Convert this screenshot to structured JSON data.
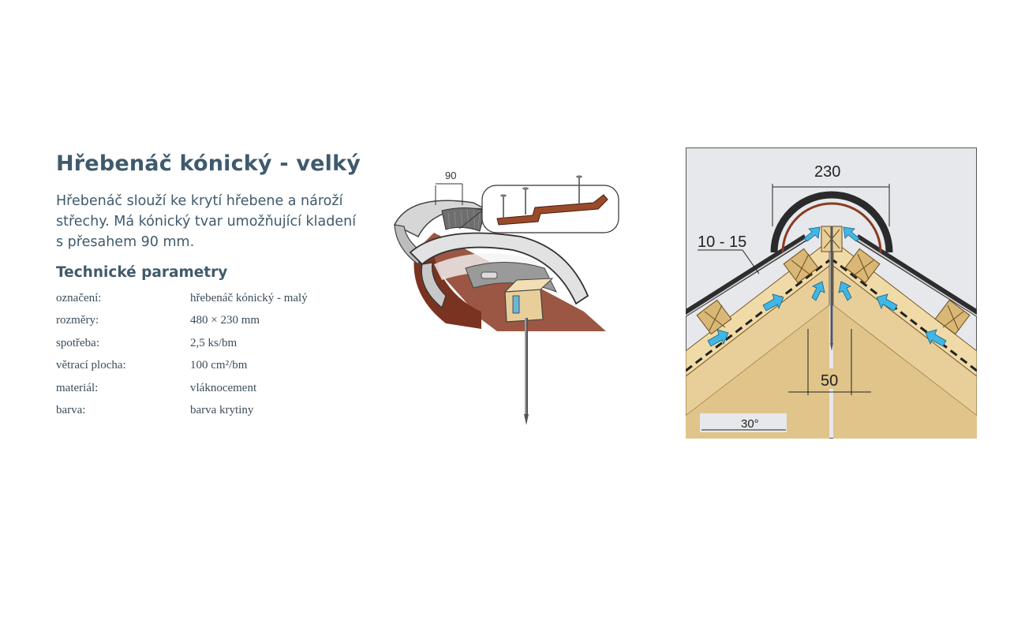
{
  "heading": "Hřebenáč kónický - velký",
  "description_lines": [
    "Hřebenáč slouží ke krytí hřebene a nároží",
    "střechy. Má kónický tvar umožňující kladení",
    "s přesahem 90 mm."
  ],
  "params_title": "Technické parametry",
  "params": [
    {
      "label": "označení:",
      "value": "hřebenáč  kónický  -  malý"
    },
    {
      "label": "rozměry:",
      "value": "480 × 230 mm"
    },
    {
      "label": "spotřeba:",
      "value": "2,5  ks/bm"
    },
    {
      "label": "větrací  plocha:",
      "value": "100  cm²/bm"
    },
    {
      "label": "materiál:",
      "value": "vláknocement"
    },
    {
      "label": "barva:",
      "value": "barva  krytiny"
    }
  ],
  "figure_left": {
    "overlap_label": "90"
  },
  "figure_right": {
    "width_label": "230",
    "gap_label": "10 - 15",
    "batten_label": "50",
    "angle_label": "30°"
  },
  "colors": {
    "text": "#3f5a6c",
    "wood": "#e8cf9a",
    "wood_dark": "#c9a86a",
    "arrow": "#3fb7e6",
    "roof": "#2d2d2d",
    "brown": "#8a3a22"
  }
}
